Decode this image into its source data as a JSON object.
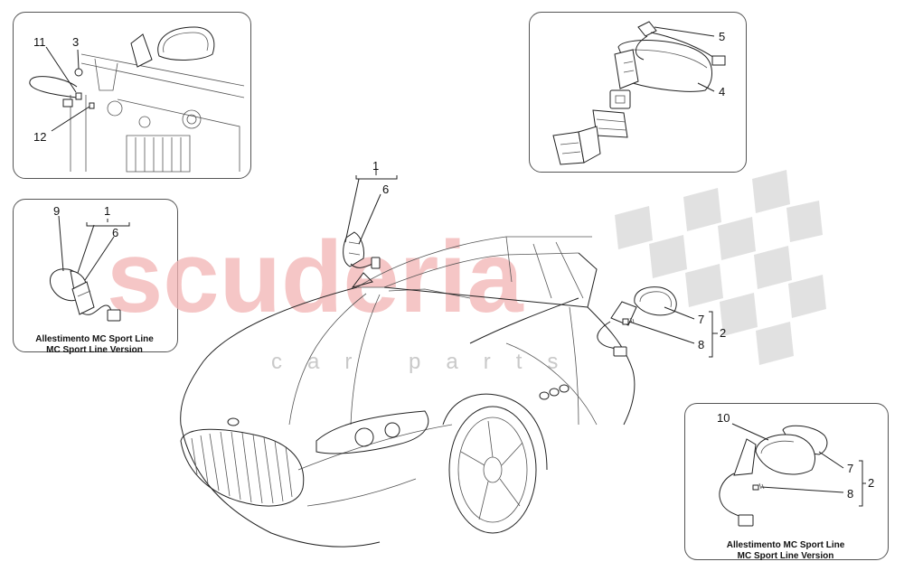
{
  "watermark": {
    "brand": "scuderia",
    "sub": "car parts",
    "checker_color": "#d9d9d9",
    "brand_color": "#f2b3b3"
  },
  "callouts": {
    "c1_top": "1",
    "c6_top": "6",
    "c1_left": "1",
    "c6_left": "6",
    "c9": "9",
    "c3": "3",
    "c11": "11",
    "c12": "12",
    "c4": "4",
    "c5": "5",
    "c7_mid": "7",
    "c8_mid": "8",
    "c2_mid": "2",
    "c10": "10",
    "c7_br": "7",
    "c8_br": "8",
    "c2_br": "2"
  },
  "captions": {
    "left": {
      "line1": "Allestimento MC Sport Line",
      "line2": "MC Sport Line Version"
    },
    "bottom_right": {
      "line1": "Allestimento MC Sport Line",
      "line2": "MC Sport Line Version"
    }
  }
}
